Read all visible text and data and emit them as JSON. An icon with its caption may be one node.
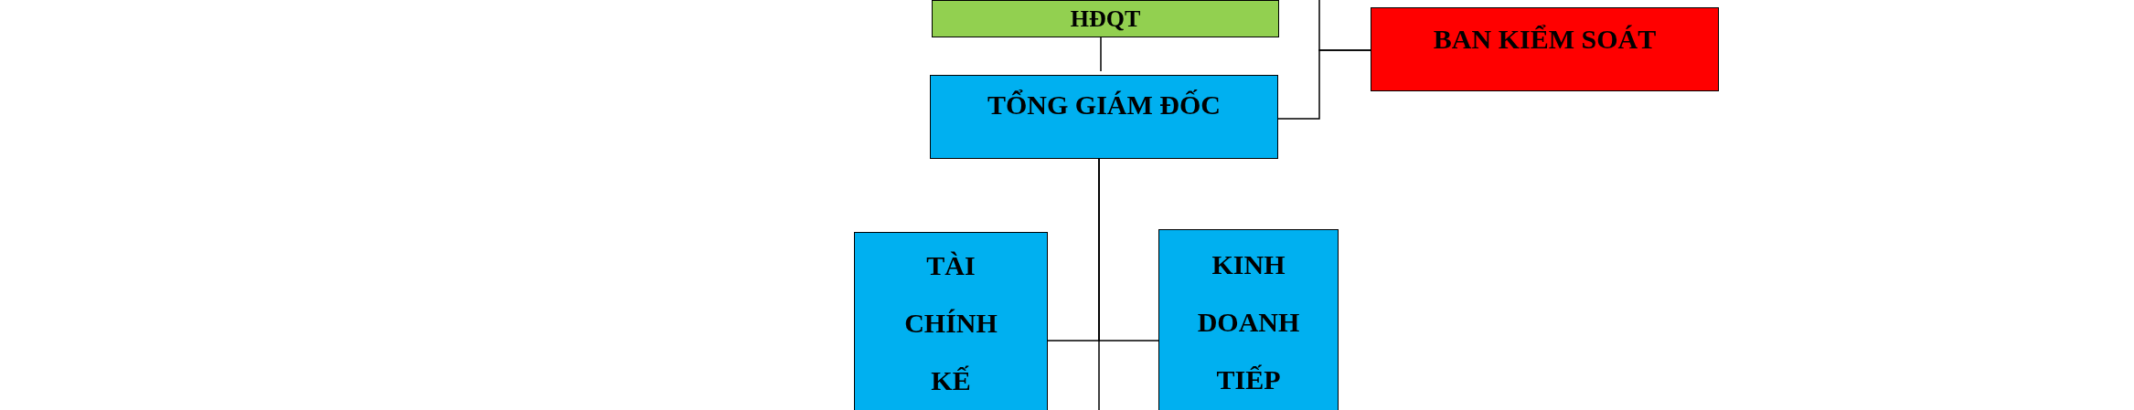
{
  "diagram": {
    "nodes": [
      {
        "text": [
          "HĐQT"
        ]
      },
      {
        "text": [
          "TỔNG GIÁM ĐỐC"
        ]
      },
      {
        "text": [
          "BAN KIỂM SOÁT"
        ]
      },
      {
        "text": [
          "TÀI CHÍNH KẾ"
        ]
      },
      {
        "text": [
          "KINH DOANH TIẾP"
        ]
      }
    ],
    "edges": [
      {
        "from": 0,
        "to": 1,
        "arrow": "none"
      },
      {
        "from": 1,
        "to": 2,
        "arrow": "none"
      },
      {
        "from": null,
        "to": 2,
        "arrow": "none"
      },
      {
        "from": 1,
        "to": 3,
        "arrow": "none"
      },
      {
        "from": 1,
        "to": 4,
        "arrow": "none"
      },
      {
        "from": 1,
        "to": null,
        "arrow": "none"
      }
    ]
  }
}
